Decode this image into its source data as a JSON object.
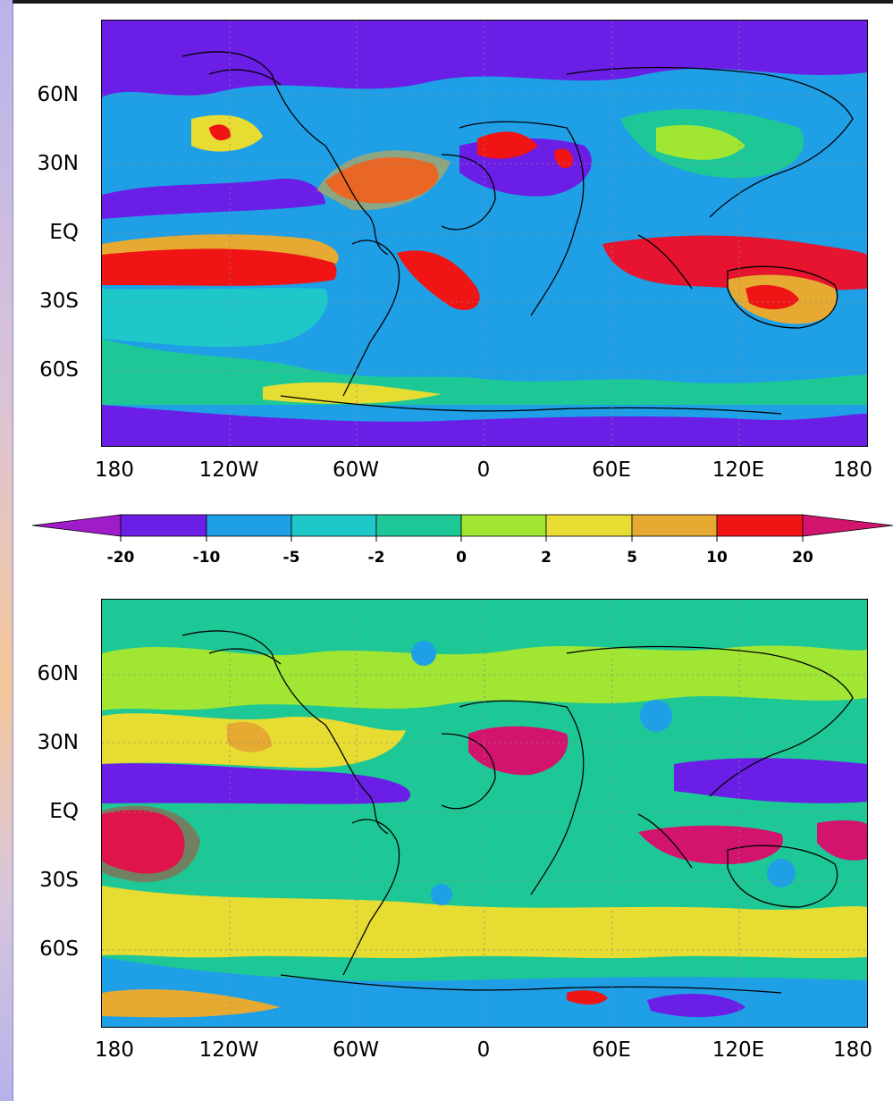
{
  "maps": [
    {
      "id": "top",
      "lat_labels": [
        "60N",
        "30N",
        "EQ",
        "30S",
        "60S"
      ],
      "lon_labels": [
        "180",
        "120W",
        "60W",
        "0",
        "60E",
        "120E",
        "180"
      ]
    },
    {
      "id": "bottom",
      "lat_labels": [
        "60N",
        "30N",
        "EQ",
        "30S",
        "60S"
      ],
      "lon_labels": [
        "180",
        "120W",
        "60W",
        "0",
        "60E",
        "120E",
        "180"
      ]
    }
  ],
  "colorbar": {
    "labels": [
      "-20",
      "-10",
      "-5",
      "-2",
      "0",
      "2",
      "5",
      "10",
      "20"
    ],
    "colors": [
      "#a01cc8",
      "#6b1ee6",
      "#1f9fe6",
      "#1ec8c8",
      "#1ec896",
      "#a0e632",
      "#e6dc32",
      "#e6aa32",
      "#f01414",
      "#d2146e"
    ],
    "extend": "both"
  },
  "palette": {
    "purple_dark": "#6b1ee6",
    "blue": "#1f9fe6",
    "cyan": "#1ec8c8",
    "green": "#1ec896",
    "lime": "#a0e632",
    "yellow": "#e6dc32",
    "orange": "#e6aa32",
    "red": "#f01414",
    "magenta": "#d2146e"
  }
}
